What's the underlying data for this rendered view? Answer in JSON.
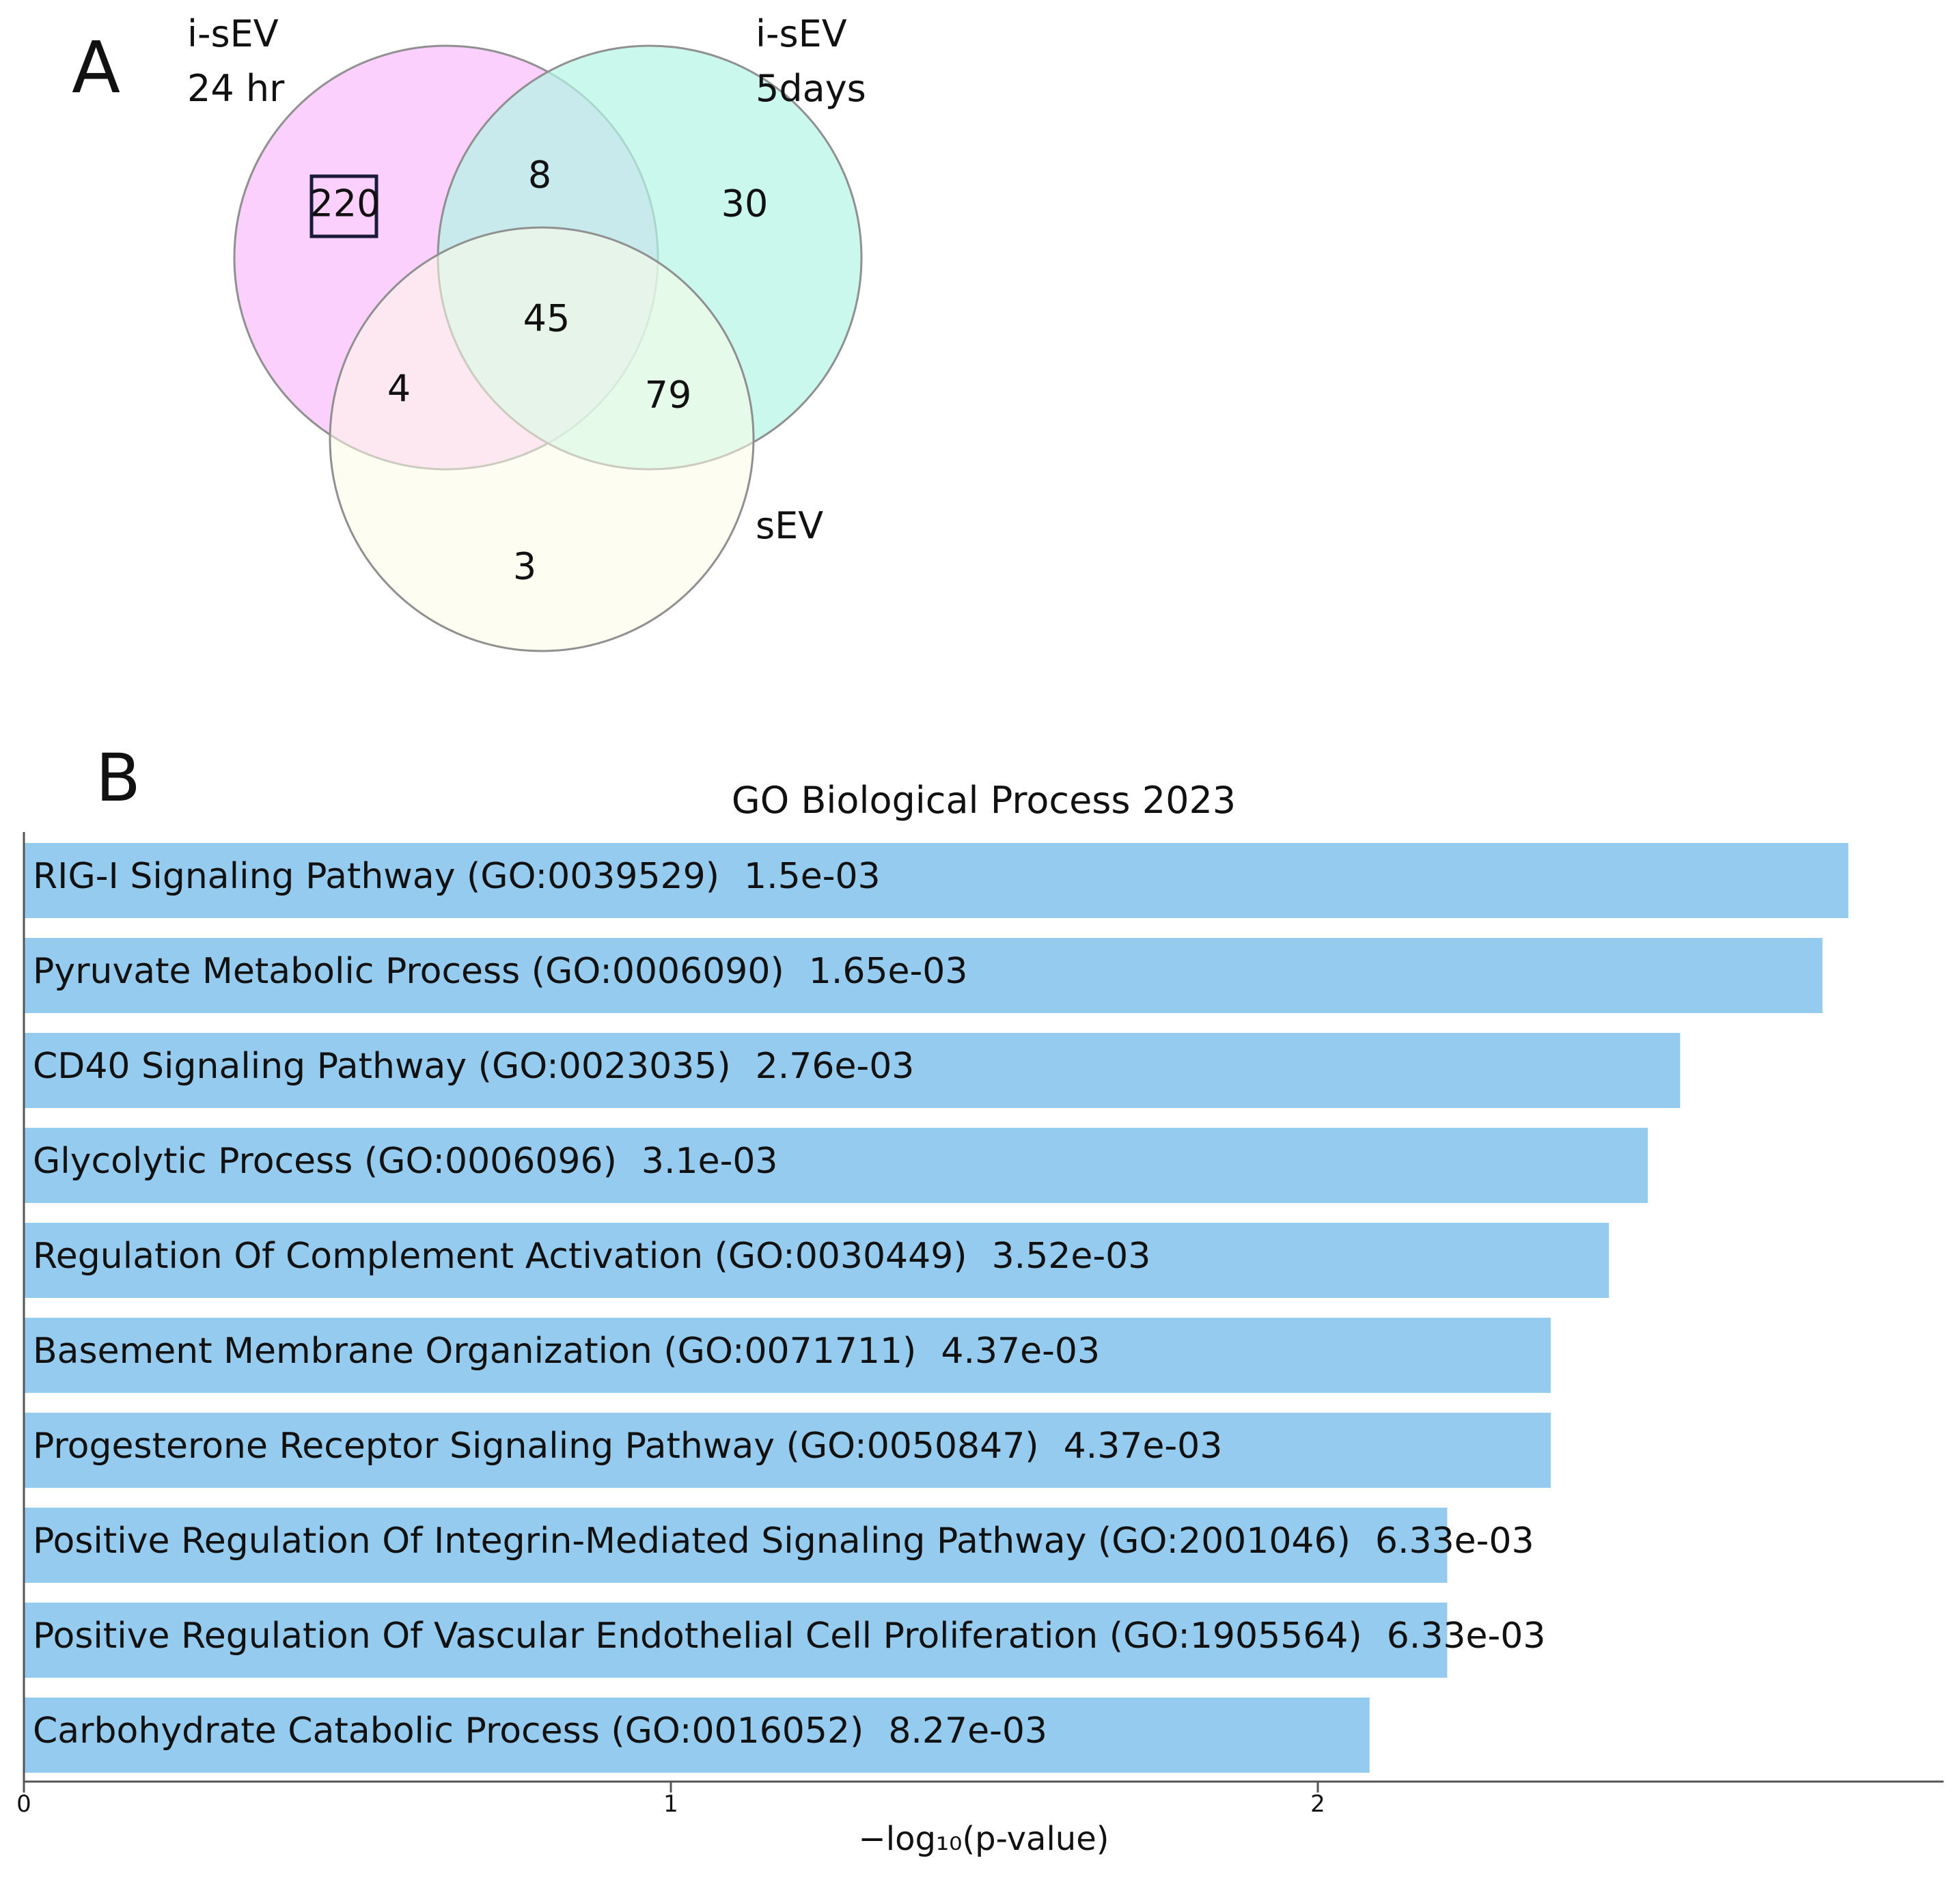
{
  "panel_a": {
    "label": "A",
    "sets": [
      {
        "line1": "i-sEV",
        "line2": "24 hr",
        "color": "#fcc8fc"
      },
      {
        "line1": "i-sEV",
        "line2": "5days",
        "color": "#b4f5e6"
      },
      {
        "line1": "sEV",
        "line2": "",
        "color": "#fdfcf0"
      }
    ],
    "regions": {
      "only_24hr": "220",
      "only_5days": "30",
      "only_sev": "3",
      "24hr_5days": "8",
      "24hr_sev": "4",
      "5days_sev": "79",
      "all_three": "45"
    }
  },
  "panel_b": {
    "label": "B"
  },
  "chart_data": {
    "type": "bar",
    "orientation": "horizontal",
    "title": "GO Biological Process 2023",
    "xlabel": "−log₁₀(p-value)",
    "ylabel": "",
    "xlim": [
      0,
      2.97
    ],
    "xticks": [
      "0",
      "1",
      "2"
    ],
    "bar_color": "#95cbee",
    "categories": [
      "RIG-I Signaling Pathway (GO:0039529)",
      "Pyruvate Metabolic Process (GO:0006090)",
      "CD40 Signaling Pathway (GO:0023035)",
      "Glycolytic Process (GO:0006096)",
      "Regulation Of Complement Activation (GO:0030449)",
      "Basement Membrane Organization (GO:0071711)",
      "Progesterone Receptor Signaling Pathway (GO:0050847)",
      "Positive Regulation Of Integrin-Mediated Signaling Pathway (GO:2001046)",
      "Positive Regulation Of Vascular Endothelial Cell Proliferation (GO:1905564)",
      "Carbohydrate Catabolic Process (GO:0016052)"
    ],
    "pvalue_labels": [
      "1.5e-03",
      "1.65e-03",
      "2.76e-03",
      "3.1e-03",
      "3.52e-03",
      "4.37e-03",
      "4.37e-03",
      "6.33e-03",
      "6.33e-03",
      "8.27e-03"
    ],
    "values": [
      2.82,
      2.78,
      2.56,
      2.51,
      2.45,
      2.36,
      2.36,
      2.2,
      2.2,
      2.08
    ]
  }
}
